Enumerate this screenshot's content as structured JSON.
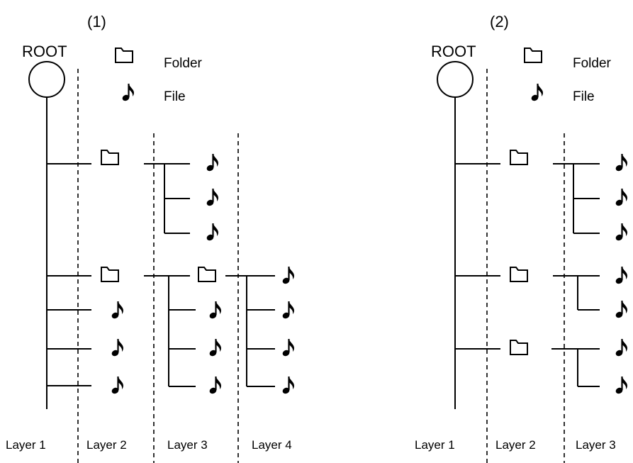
{
  "panels": [
    {
      "title": "(1)",
      "root_label": "ROOT",
      "legend": {
        "folder_label": "Folder",
        "file_label": "File"
      },
      "layers": [
        "Layer 1",
        "Layer 2",
        "Layer 3",
        "Layer 4"
      ]
    },
    {
      "title": "(2)",
      "root_label": "ROOT",
      "legend": {
        "folder_label": "Folder",
        "file_label": "File"
      },
      "layers": [
        "Layer 1",
        "Layer 2",
        "Layer 3"
      ]
    }
  ],
  "icons": {
    "folder": "folder-icon",
    "file": "music-note-file-icon"
  }
}
